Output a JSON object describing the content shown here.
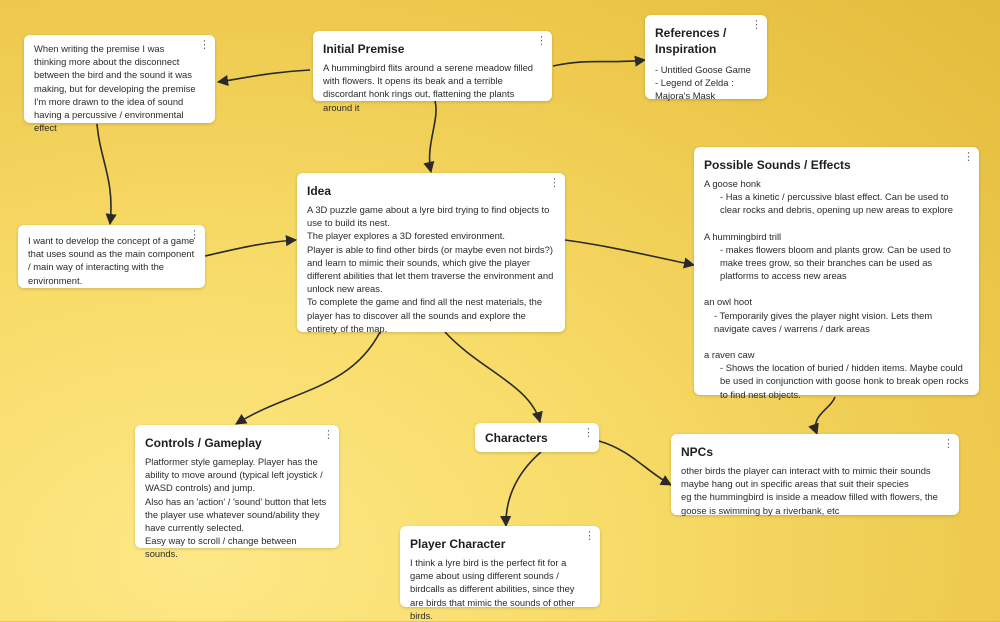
{
  "cards": {
    "premise_note": {
      "body": "When writing the premise I was thinking more about the disconnect between the bird and the sound it was making, but for developing the premise I'm more drawn to the idea of sound having a percussive / environmental effect"
    },
    "initial_premise": {
      "title": "Initial Premise",
      "body": "A hummingbird flits around a serene meadow filled with flowers. It opens its beak and a terrible discordant honk rings out, flattening the plants around it"
    },
    "references": {
      "title": "References / Inspiration",
      "lines": [
        "- Untitled Goose Game",
        "- Legend of Zelda : Majora's Mask"
      ]
    },
    "concept_note": {
      "body": "I want to develop the concept of a game that uses sound as the main component / main way of interacting with the environment."
    },
    "idea": {
      "title": "Idea",
      "lines": [
        "A 3D puzzle game about a lyre bird trying to find objects to use to build its nest.",
        "The player explores a 3D forested environment.",
        "Player is able to find other birds (or maybe even not birds?) and learn to mimic their sounds, which give the player different abilities that let them traverse the environment and unlock new areas.",
        "To complete the game and find all the nest materials, the player has to discover all the sounds and explore the entirety of the map."
      ]
    },
    "sounds": {
      "title": "Possible Sounds / Effects",
      "items": [
        {
          "name": "A goose honk",
          "desc": "- Has a kinetic / percussive blast effect. Can be used to clear rocks and debris, opening up new areas to explore"
        },
        {
          "name": "A hummingbird trill",
          "desc": "- makes flowers bloom and plants grow. Can be used to make trees grow, so their branches can be used as platforms to access new areas"
        },
        {
          "name": "an owl hoot",
          "desc": "- Temporarily gives the player night vision. Lets them navigate caves / warrens / dark areas"
        },
        {
          "name": "a raven caw",
          "desc": "- Shows the location of buried / hidden items. Maybe could be used in conjunction with goose honk to break open rocks to find nest objects."
        }
      ]
    },
    "controls": {
      "title": "Controls / Gameplay",
      "lines": [
        "Platformer style gameplay. Player has the ability to move around (typical left joystick / WASD controls) and jump.",
        "Also has an 'action' / 'sound' button that lets the player use whatever sound/ability they have currently selected.",
        "Easy way to scroll / change between sounds."
      ]
    },
    "characters": {
      "title": "Characters"
    },
    "player_character": {
      "title": "Player Character",
      "body": "I think a lyre bird is the perfect fit for a game about using different sounds / birdcalls as different abilities, since they are birds that mimic the sounds of other birds."
    },
    "npcs": {
      "title": "NPCs",
      "lines": [
        "other birds the player can interact with to mimic their sounds maybe hang out in specific areas that suit their species",
        "eg the hummingbird is inside a meadow filled with flowers, the goose is swimming by a riverbank, etc"
      ]
    }
  },
  "menu_glyph": "⋮",
  "colors": {
    "connector": "#2a2a2a",
    "card": "#ffffff",
    "background": "#f6d55c"
  }
}
